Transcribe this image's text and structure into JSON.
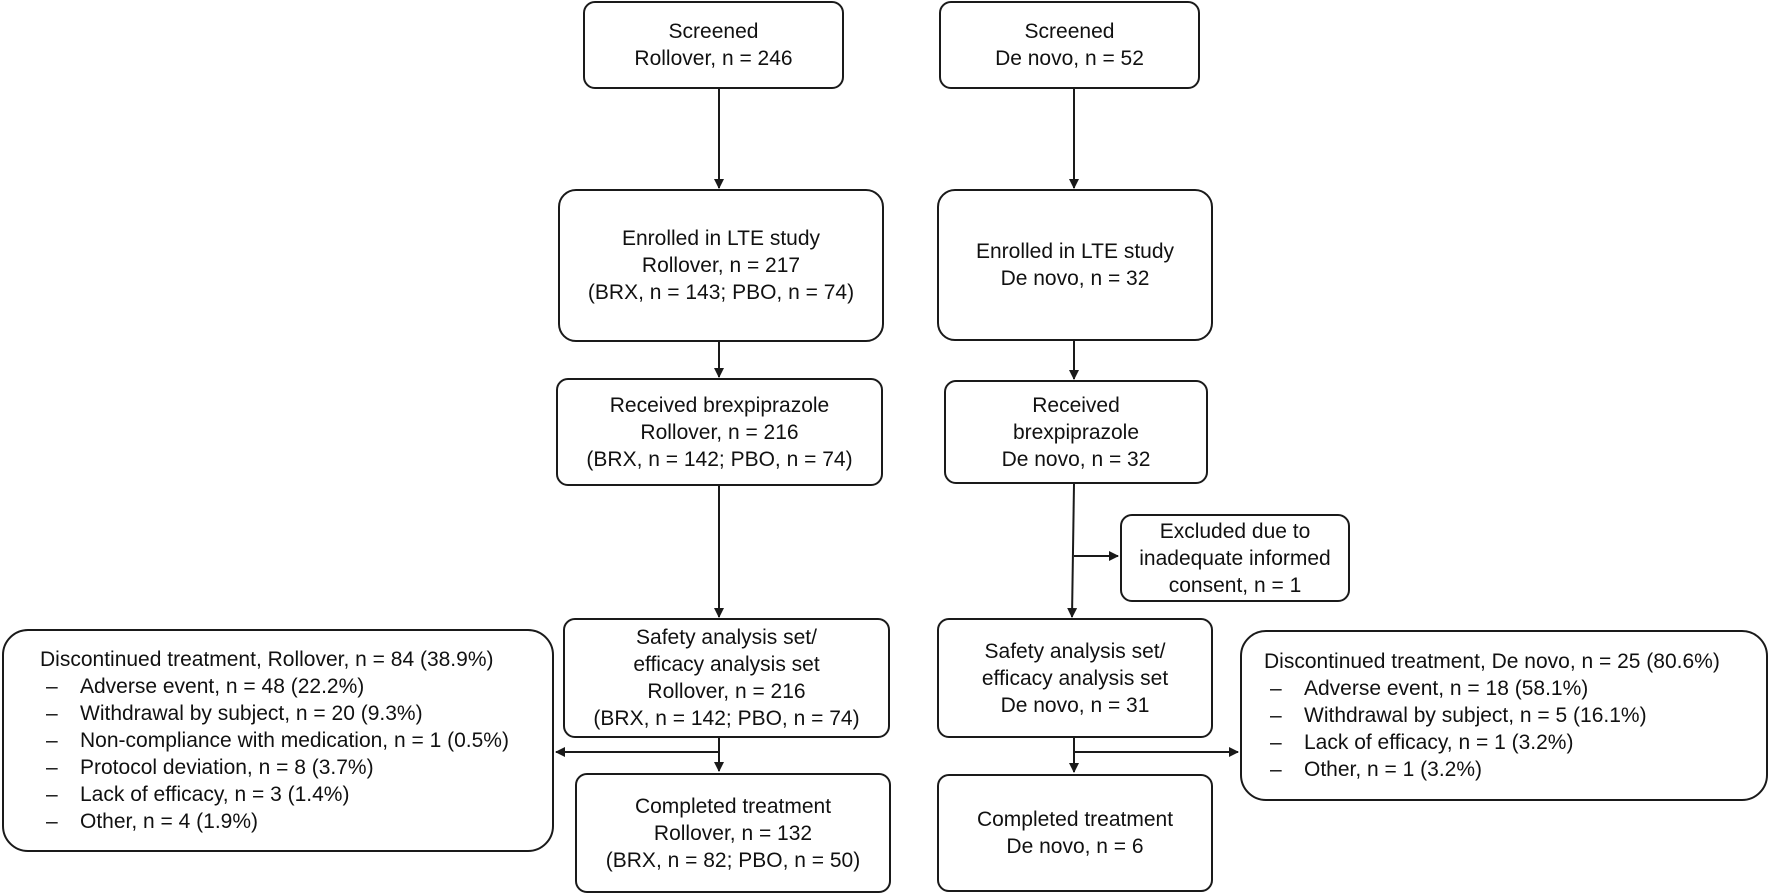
{
  "rollover": {
    "screened": [
      "Screened",
      "Rollover, n = 246"
    ],
    "enrolled": [
      "Enrolled in LTE study",
      "Rollover, n = 217",
      "(BRX, n = 143; PBO, n = 74)"
    ],
    "received": [
      "Received brexpiprazole",
      "Rollover, n = 216",
      "(BRX, n = 142; PBO, n = 74)"
    ],
    "analysis": [
      "Safety analysis set/",
      "efficacy analysis set",
      "Rollover, n = 216",
      "(BRX, n = 142; PBO, n = 74)"
    ],
    "completed": [
      "Completed treatment",
      "Rollover, n = 132",
      "(BRX, n = 82; PBO, n = 50)"
    ],
    "discontinued": {
      "heading": "Discontinued treatment, Rollover, n = 84 (38.9%)",
      "items": [
        "Adverse event, n = 48 (22.2%)",
        "Withdrawal by subject, n = 20 (9.3%)",
        "Non-compliance with medication, n = 1 (0.5%)",
        "Protocol deviation, n = 8 (3.7%)",
        "Lack of efficacy, n = 3 (1.4%)",
        "Other, n = 4 (1.9%)"
      ]
    }
  },
  "denovo": {
    "screened": [
      "Screened",
      "De novo, n = 52"
    ],
    "enrolled": [
      "Enrolled in LTE study",
      "De novo, n = 32"
    ],
    "received": [
      "Received",
      "brexpiprazole",
      "De novo, n = 32"
    ],
    "excluded": [
      "Excluded due to",
      "inadequate informed",
      "consent, n = 1"
    ],
    "analysis": [
      "Safety analysis set/",
      "efficacy analysis set",
      "De novo, n = 31"
    ],
    "completed": [
      "Completed treatment",
      "De novo, n = 6"
    ],
    "discontinued": {
      "heading": "Discontinued treatment, De novo, n = 25 (80.6%)",
      "items": [
        "Adverse event, n = 18 (58.1%)",
        "Withdrawal by subject, n = 5 (16.1%)",
        "Lack of efficacy, n = 1 (3.2%)",
        "Other, n = 1 (3.2%)"
      ]
    }
  },
  "bullet_dash": "–"
}
